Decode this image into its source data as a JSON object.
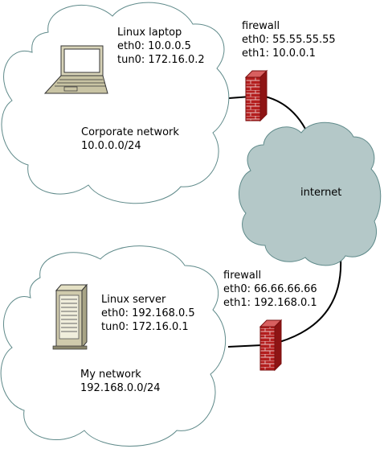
{
  "laptop": {
    "name": "Linux laptop",
    "eth0": "eth0: 10.0.0.5",
    "tun0": "tun0: 172.16.0.2"
  },
  "corporate_network": {
    "name": "Corporate network",
    "subnet": "10.0.0.0/24"
  },
  "firewall_top": {
    "name": "firewall",
    "eth0": "eth0: 55.55.55.55",
    "eth1": "eth1: 10.0.0.1"
  },
  "internet": {
    "name": "internet"
  },
  "firewall_bottom": {
    "name": "firewall",
    "eth0": "eth0: 66.66.66.66",
    "eth1": "eth1: 192.168.0.1"
  },
  "server": {
    "name": "Linux server",
    "eth0": "eth0: 192.168.0.5",
    "tun0": "tun0: 172.16.0.1"
  },
  "my_network": {
    "name": "My network",
    "subnet": "192.168.0.0/24"
  },
  "colors": {
    "cloud_outline": "#5f8a8a",
    "internet_fill": "#b4c8c8",
    "firewall_brick": "#b41e1e",
    "link_line": "#000000"
  }
}
